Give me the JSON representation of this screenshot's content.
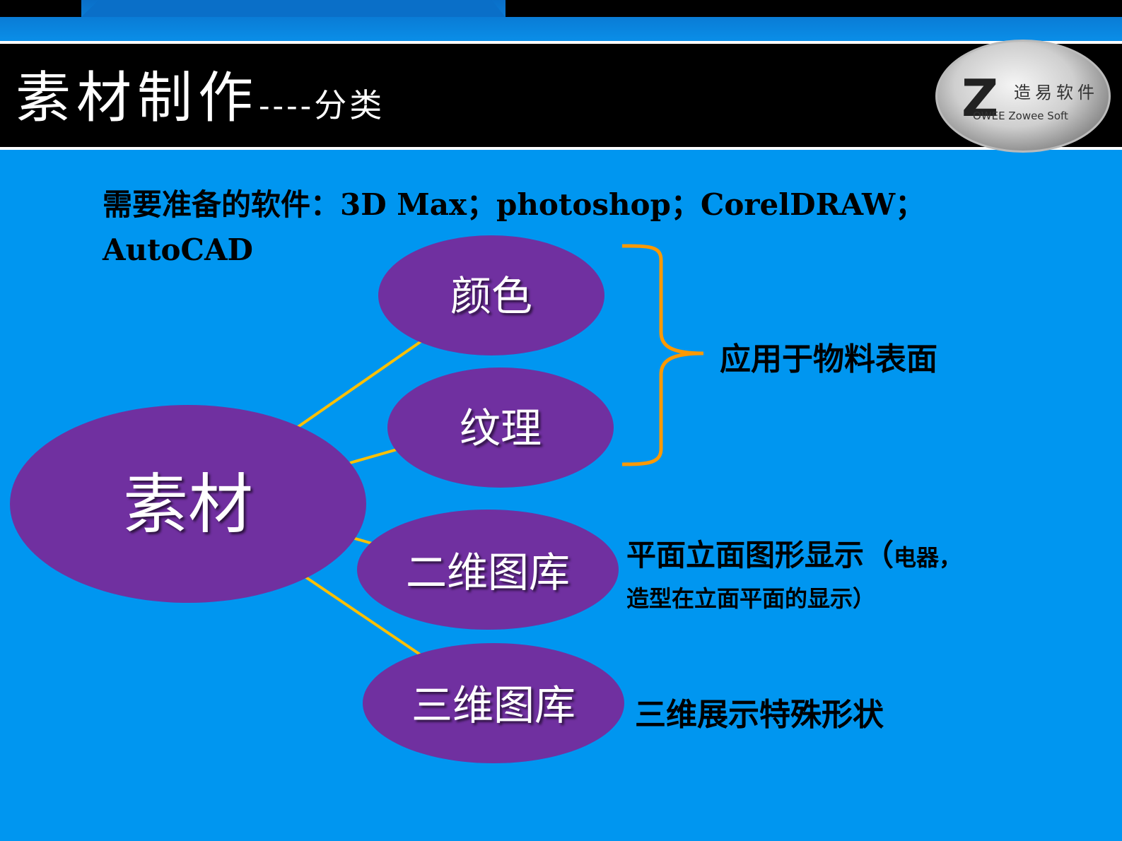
{
  "slide": {
    "title_main": "素材制作",
    "title_sub": "----分类",
    "background_color": "#0096f0"
  },
  "logo": {
    "mark": "Z",
    "cn": "造易软件",
    "en": "OWEE  Zowee  Soft"
  },
  "intro": {
    "text": "需要准备的软件：3D Max；photoshop；CorelDRAW；AutoCAD"
  },
  "diagram": {
    "root": "素材",
    "children": [
      "颜色",
      "纹理",
      "二维图库",
      "三维图库"
    ],
    "node_color": "#7030a0",
    "connector_color": "#ffc000",
    "bracket_color": "#ff9900",
    "descriptions": {
      "surface": "应用于物料表面",
      "flat_line1_main": "平面立面图形显示（",
      "flat_line1_small": "电器，",
      "flat_line2": "造型在立面平面的显示）",
      "three_d": "三维展示特殊形状"
    }
  }
}
